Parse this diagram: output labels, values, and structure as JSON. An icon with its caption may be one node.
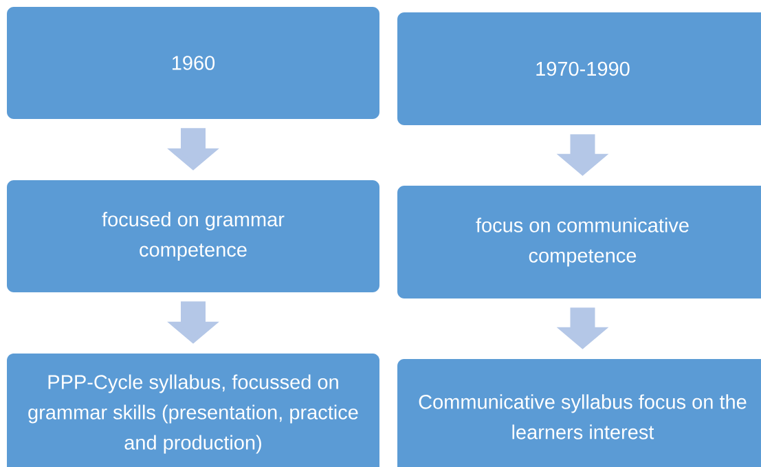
{
  "diagram": {
    "nodes": [
      {
        "text": [
          "1960"
        ]
      },
      {
        "text": [
          "focused on grammar competence"
        ]
      },
      {
        "text": [
          "PPP-Cycle syllabus, focussed on grammar skills (presentation, practice and production)"
        ]
      },
      {
        "text": [
          "1970-1990"
        ]
      },
      {
        "text": [
          "focus on communicative competence"
        ]
      },
      {
        "text": [
          "Communicative syllabus focus on the learners interest"
        ]
      }
    ],
    "edges": [
      {
        "from": 0,
        "to": 1,
        "arrow": "to"
      },
      {
        "from": 1,
        "to": 2,
        "arrow": "to"
      },
      {
        "from": 3,
        "to": 4,
        "arrow": "to"
      },
      {
        "from": 4,
        "to": 5,
        "arrow": "to"
      }
    ]
  }
}
